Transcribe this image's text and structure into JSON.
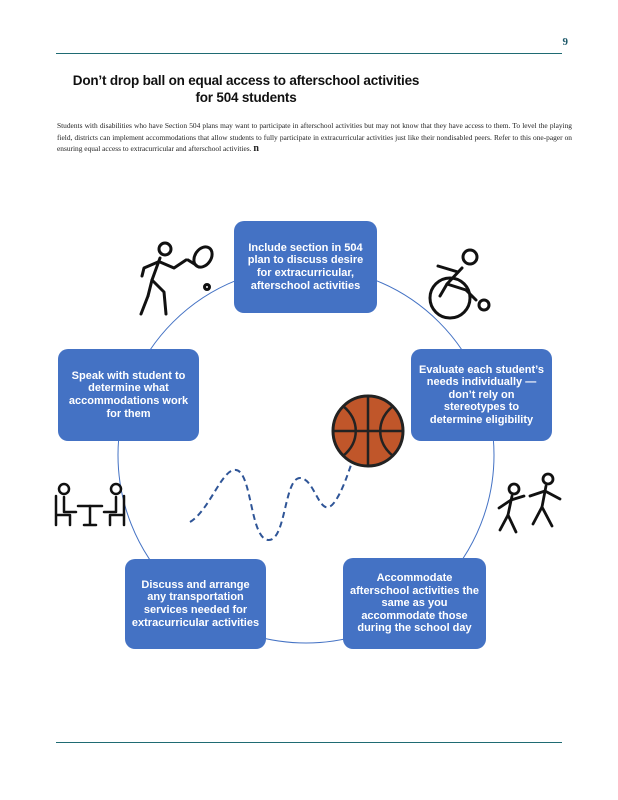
{
  "page": {
    "number": "9"
  },
  "header": {
    "title_line1": "Don’t drop ball on equal access to afterschool activities",
    "title_line2": "for 504 students"
  },
  "intro": {
    "text": "Students with disabilities who have Section 504 plans may want to participate in afterschool activities but may not know that they have access to them. To level the playing field, districts can implement accommodations that allow students to fully participate in extracurricular activities just like their nondisabled peers. Refer to this one-pager on ensuring equal access to extracurricular and afterschool activities.",
    "trailing_glyph": "n"
  },
  "cycle": {
    "box_color": "#4472c4",
    "steps": [
      {
        "text": "Include section in 504 plan to discuss desire for extracurricular, afterschool activities"
      },
      {
        "text": "Evaluate each student’s needs individually — don’t rely on stereotypes to determine eligibility"
      },
      {
        "text": "Accommodate afterschool activities the same as you accommodate those during the school day"
      },
      {
        "text": "Discuss and arrange any transportation services needed for extracurricular activities"
      },
      {
        "text": "Speak with student to determine what accommodations work for them"
      }
    ]
  },
  "icons": {
    "tennis": "tennis-player-icon",
    "wheelchair": "wheelchair-racer-icon",
    "basketball": "basketball-icon",
    "meeting": "meeting-table-icon",
    "dancers": "dancers-icon"
  },
  "colors": {
    "accent_rule": "#1f6b73",
    "ball": "#c0562a",
    "dashed_line": "#2f5597"
  }
}
